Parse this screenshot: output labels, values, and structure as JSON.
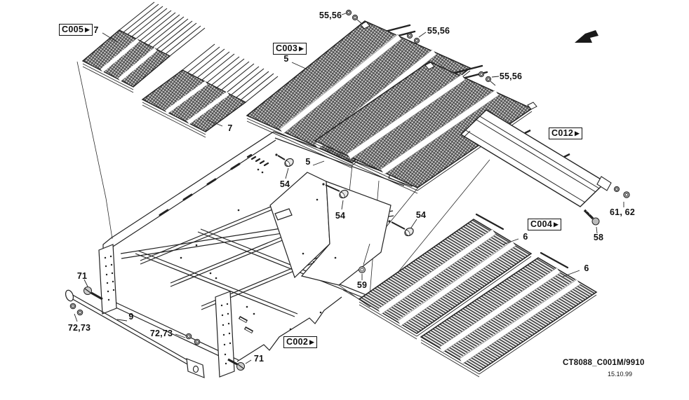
{
  "callouts": [
    {
      "id": "C005",
      "label": "C005",
      "arrow": "▶"
    },
    {
      "id": "C003",
      "label": "C003",
      "arrow": "▶"
    },
    {
      "id": "C012",
      "label": "C012",
      "arrow": "▶"
    },
    {
      "id": "C004",
      "label": "C004",
      "arrow": "▶"
    },
    {
      "id": "C002",
      "label": "C002",
      "arrow": "▶"
    }
  ],
  "part_labels": [
    {
      "id": "7a",
      "text": "7"
    },
    {
      "id": "7b",
      "text": "7"
    },
    {
      "id": "5a",
      "text": "5"
    },
    {
      "id": "5b",
      "text": "5"
    },
    {
      "id": "55-56a",
      "text": "55,56"
    },
    {
      "id": "55-56b",
      "text": "55,56"
    },
    {
      "id": "55-56c",
      "text": "55,56"
    },
    {
      "id": "54a",
      "text": "54"
    },
    {
      "id": "54b",
      "text": "54"
    },
    {
      "id": "54c",
      "text": "54"
    },
    {
      "id": "6a",
      "text": "6"
    },
    {
      "id": "6b",
      "text": "6"
    },
    {
      "id": "61-62",
      "text": "61, 62"
    },
    {
      "id": "58",
      "text": "58"
    },
    {
      "id": "59",
      "text": "59"
    },
    {
      "id": "9",
      "text": "9"
    },
    {
      "id": "71a",
      "text": "71"
    },
    {
      "id": "71b",
      "text": "71"
    },
    {
      "id": "72-73a",
      "text": "72,73"
    },
    {
      "id": "72-73b",
      "text": "72,73"
    }
  ],
  "footer": {
    "drawing_code": "CT8088_C001M/9910",
    "date": "15.10.99"
  },
  "icons": {
    "direction_arrow": "arrow-down-left"
  },
  "colors": {
    "ink": "#1a1a1a",
    "mesh_fill": "#c6c6c6",
    "louver_fill": "#ececec"
  }
}
